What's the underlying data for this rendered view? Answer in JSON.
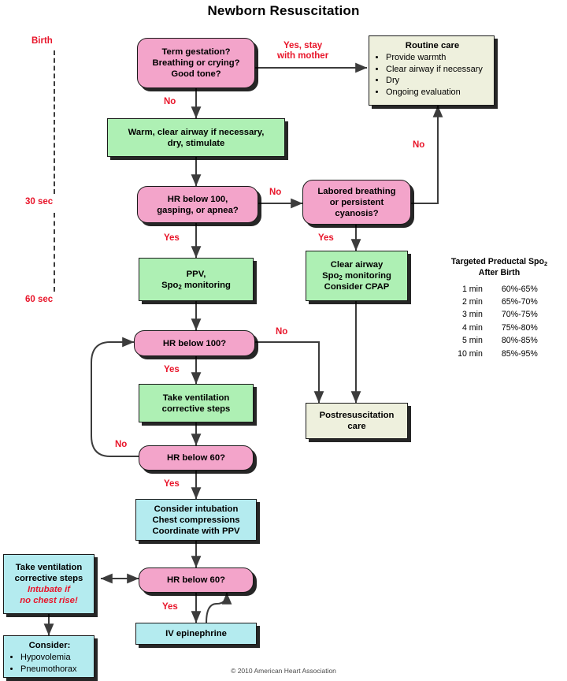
{
  "title": "Newborn Resuscitation",
  "copyright": "© 2010 American Heart Association",
  "colors": {
    "decision": "#f3a4ca",
    "action_green": "#aef0b4",
    "action_cyan": "#b4ebef",
    "terminal_cream": "#eef0dd",
    "label_red": "#e8152a",
    "connector": "#3c3c3c"
  },
  "timeline": {
    "birth": "Birth",
    "thirty": "30 sec",
    "sixty": "60 sec"
  },
  "nodes": {
    "assess": {
      "l1": "Term gestation?",
      "l2": "Breathing or crying?",
      "l3": "Good tone?"
    },
    "routine": {
      "heading": "Routine care",
      "items": [
        "Provide warmth",
        "Clear airway if necessary",
        "Dry",
        "Ongoing evaluation"
      ]
    },
    "warm": {
      "l1": "Warm, clear airway if necessary,",
      "l2": "dry, stimulate"
    },
    "hr100_apnea": {
      "l1": "HR below 100,",
      "l2": "gasping, or apnea?"
    },
    "labored": {
      "l1": "Labored breathing",
      "l2": "or persistent",
      "l3": "cyanosis?"
    },
    "clear_airway": {
      "l1": "Clear airway",
      "l2": "Spo2 monitoring",
      "l3": "Consider CPAP"
    },
    "ppv": {
      "l1": "PPV,",
      "l2": "Spo2 monitoring"
    },
    "hr100": {
      "l1": "HR below 100?"
    },
    "vent_steps": {
      "l1": "Take ventilation",
      "l2": "corrective steps"
    },
    "hr60_a": {
      "l1": "HR below 60?"
    },
    "intubation": {
      "l1": "Consider intubation",
      "l2": "Chest compressions",
      "l3": "Coordinate with PPV"
    },
    "hr60_b": {
      "l1": "HR below 60?"
    },
    "epinephrine": {
      "l1": "IV epinephrine"
    },
    "postresus": {
      "l1": "Postresuscitation",
      "l2": "care"
    },
    "vent_steps_left": {
      "l1": "Take ventilation",
      "l2": "corrective steps",
      "l3": "Intubate if",
      "l4": "no chest rise!"
    },
    "consider": {
      "heading": "Consider:",
      "items": [
        "Hypovolemia",
        "Pneumothorax"
      ]
    }
  },
  "edge_labels": {
    "yes_stay_1": "Yes, stay",
    "yes_stay_2": "with mother",
    "no_assess": "No",
    "no_hr100_apnea": "No",
    "no_labored": "No",
    "yes_hr100_apnea": "Yes",
    "yes_labored": "Yes",
    "no_hr100": "No",
    "yes_hr100": "Yes",
    "no_hr60_a": "No",
    "yes_hr60_a": "Yes",
    "yes_hr60_b": "Yes"
  },
  "spo2_table": {
    "head_line1": "Targeted Preductal Spo",
    "head_sub": "2",
    "head_line2": "After Birth",
    "rows": [
      {
        "time": "1 min",
        "range": "60%-65%"
      },
      {
        "time": "2 min",
        "range": "65%-70%"
      },
      {
        "time": "3 min",
        "range": "70%-75%"
      },
      {
        "time": "4 min",
        "range": "75%-80%"
      },
      {
        "time": "5 min",
        "range": "80%-85%"
      },
      {
        "time": "10 min",
        "range": "85%-95%"
      }
    ]
  }
}
